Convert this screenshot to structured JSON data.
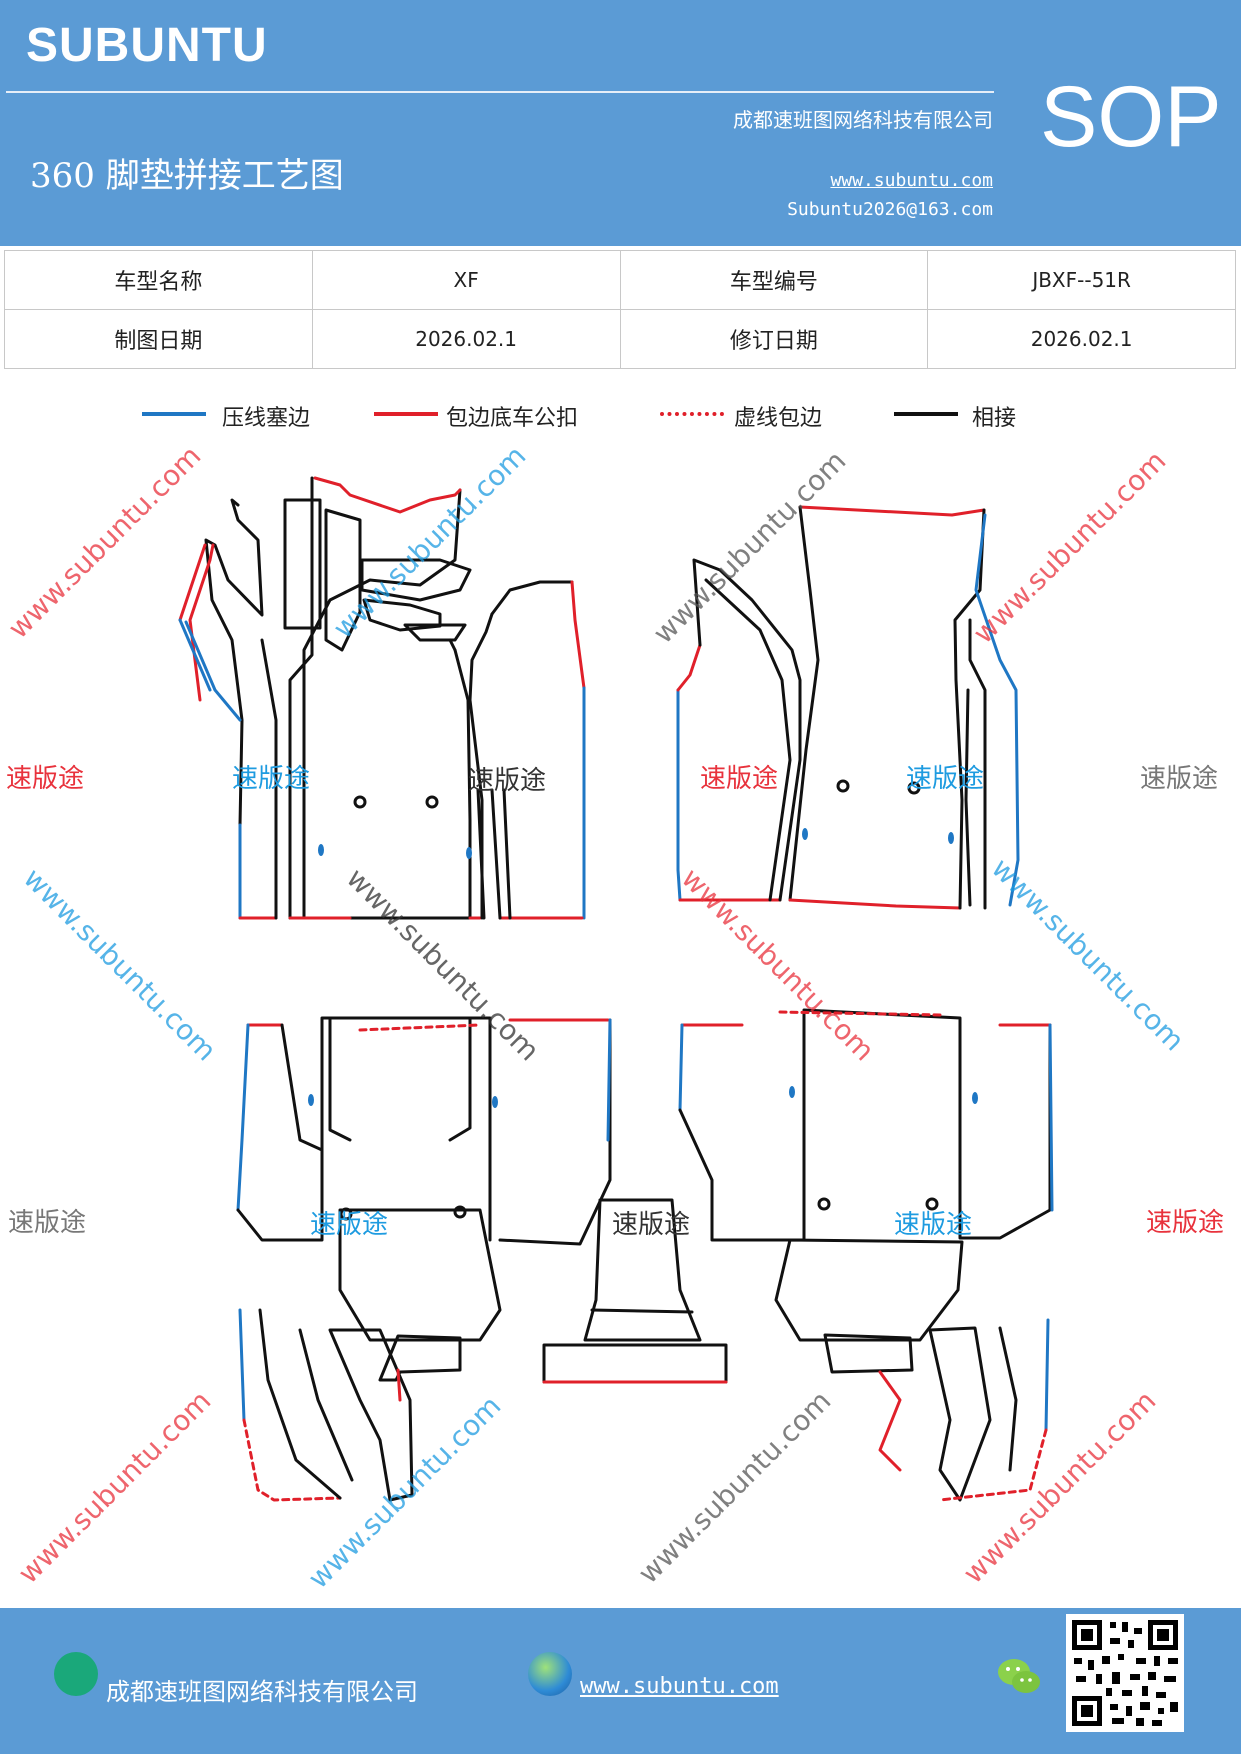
{
  "header": {
    "brand": "SUBUNTU",
    "company": "成都速班图网络科技有限公司",
    "badge": "SOP",
    "title": "360 脚垫拼接工艺图",
    "website": "www.subuntu.com",
    "email": "Subuntu2026@163.com"
  },
  "info": {
    "rows": [
      {
        "label1": "车型名称",
        "value1": "XF",
        "label2": "车型编号",
        "value2": "JBXF--51R"
      },
      {
        "label1": "制图日期",
        "value1": "2026.02.1",
        "label2": "修订日期",
        "value2": "2026.02.1"
      }
    ]
  },
  "legend": [
    {
      "label": "压线塞边",
      "color": "#1f77c4",
      "style": "solid"
    },
    {
      "label": "包边底车公扣",
      "color": "#e0202a",
      "style": "solid"
    },
    {
      "label": "虚线包边",
      "color": "#e0202a",
      "style": "dashed"
    },
    {
      "label": "相接",
      "color": "#111111",
      "style": "solid"
    }
  ],
  "watermark": {
    "brand_cn": "速版途",
    "url": "www.subuntu.com",
    "colors": {
      "red": "#e8323c",
      "blue": "#1e9be0",
      "gray": "#777777"
    }
  },
  "footer": {
    "company": "成都速班图网络科技有限公司",
    "website": "www.subuntu.com",
    "icons": [
      "company-icon",
      "globe-icon",
      "wechat-icon",
      "qr-code"
    ]
  }
}
